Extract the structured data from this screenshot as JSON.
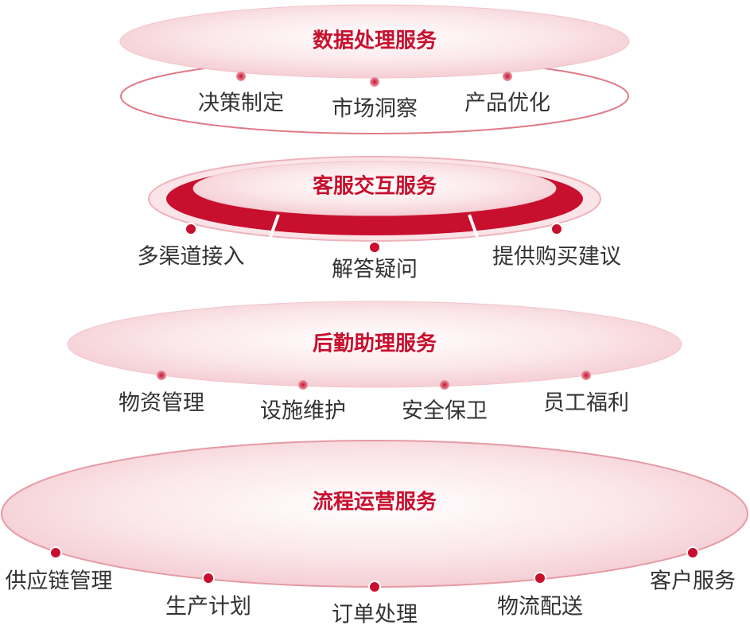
{
  "colors": {
    "accent": "#c8102e",
    "ring": "#e07a86",
    "fill_light": "#f8dde1",
    "text": "#333333"
  },
  "layers": [
    {
      "title": "数据处理服务",
      "items": [
        "决策制定",
        "市场洞察",
        "产品优化"
      ]
    },
    {
      "title": "客服交互服务",
      "items": [
        "多渠道接入",
        "解答疑问",
        "提供购买建议"
      ]
    },
    {
      "title": "后勤助理服务",
      "items": [
        "物资管理",
        "设施维护",
        "安全保卫",
        "员工福利"
      ]
    },
    {
      "title": "流程运营服务",
      "items": [
        "供应链管理",
        "生产计划",
        "订单处理",
        "物流配送",
        "客户服务"
      ]
    }
  ]
}
